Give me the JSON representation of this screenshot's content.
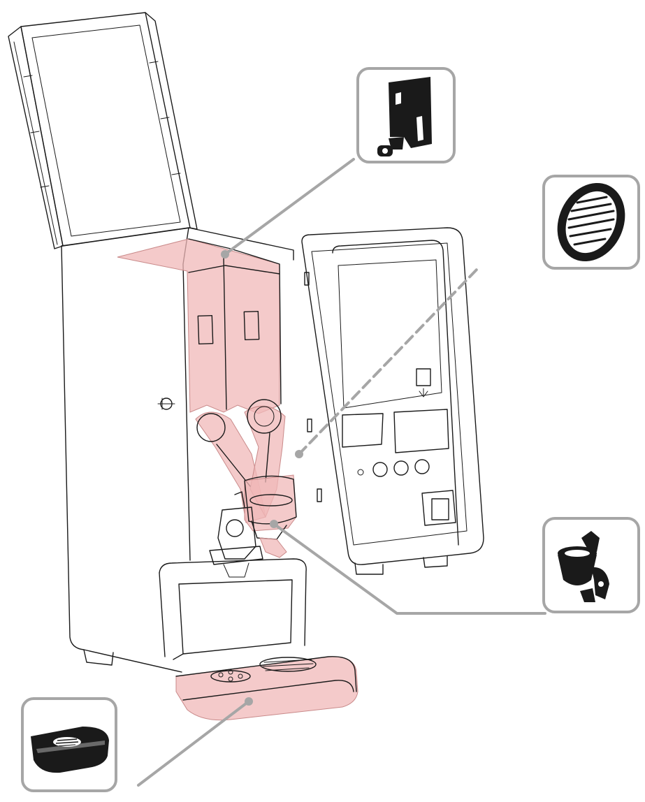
{
  "colors": {
    "highlight": "#f0b8b8",
    "callout_frame": "#a6a6a6",
    "line": "#1a1a1a"
  },
  "callouts": [
    {
      "name": "bean-hopper",
      "icon": "bean-hopper-icon"
    },
    {
      "name": "filter-disc",
      "icon": "filter-disc-icon"
    },
    {
      "name": "mixing-bowl",
      "icon": "mixing-bowl-icon"
    },
    {
      "name": "drip-tray",
      "icon": "drip-tray-icon"
    }
  ]
}
